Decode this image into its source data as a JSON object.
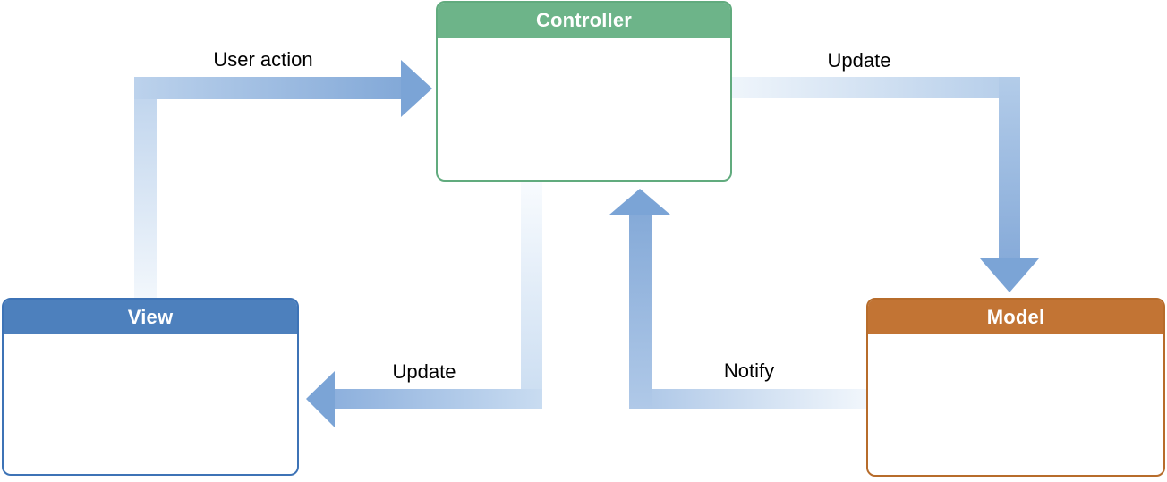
{
  "diagram": {
    "name": "Model-View-Controller diagram",
    "boxes": {
      "controller": {
        "label": "Controller",
        "header_color": "#6db489",
        "border_color": "#61ab7e"
      },
      "view": {
        "label": "View",
        "header_color": "#4d80bd",
        "border_color": "#3d73b6"
      },
      "model": {
        "label": "Model",
        "header_color": "#c27434",
        "border_color": "#b76c2b"
      }
    },
    "arrows": {
      "user_action": {
        "label": "User action",
        "from": "View",
        "to": "Controller"
      },
      "update_model": {
        "label": "Update",
        "from": "Controller",
        "to": "Model"
      },
      "update_view": {
        "label": "Update",
        "from": "Controller",
        "to": "View"
      },
      "notify": {
        "label": "Notify",
        "from": "Model",
        "to": "Controller"
      }
    },
    "colors": {
      "arrow_light_end": "#f2f7fc",
      "arrow_mid": "#bcd2ec",
      "arrow_head": "#7ba4d6",
      "label_text": "#000000",
      "background": "#ffffff"
    }
  }
}
